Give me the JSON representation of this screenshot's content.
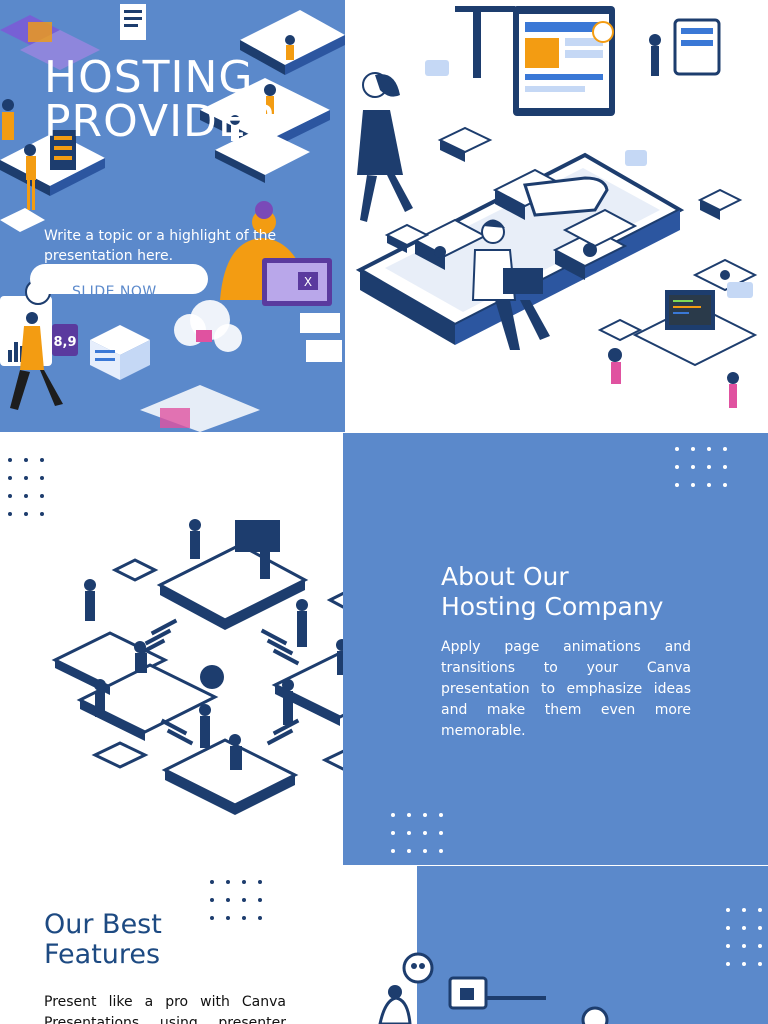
{
  "hero": {
    "title": "HOSTING\nPROVIDER",
    "subtitle": "Write a topic or a highlight of the presentation here.",
    "button_label": "SLIDE NOW",
    "figure_label": "8,9",
    "card_label": "X"
  },
  "about": {
    "title": "About Our\nHosting Company",
    "body": "Apply page animations and transitions to your Canva presentation to emphasize ideas and make them even more memorable."
  },
  "features": {
    "title": "Our Best\nFeatures",
    "body": "Present like a pro with Canva Presentations using presenter view and more."
  },
  "colors": {
    "accent_blue": "#5b89cb",
    "navy": "#1d4a82",
    "white": "#ffffff"
  },
  "icons": [
    "laptop-icon",
    "cloud-icon",
    "server-icon",
    "gear-icon",
    "hand-cursor-icon",
    "chart-icon"
  ]
}
